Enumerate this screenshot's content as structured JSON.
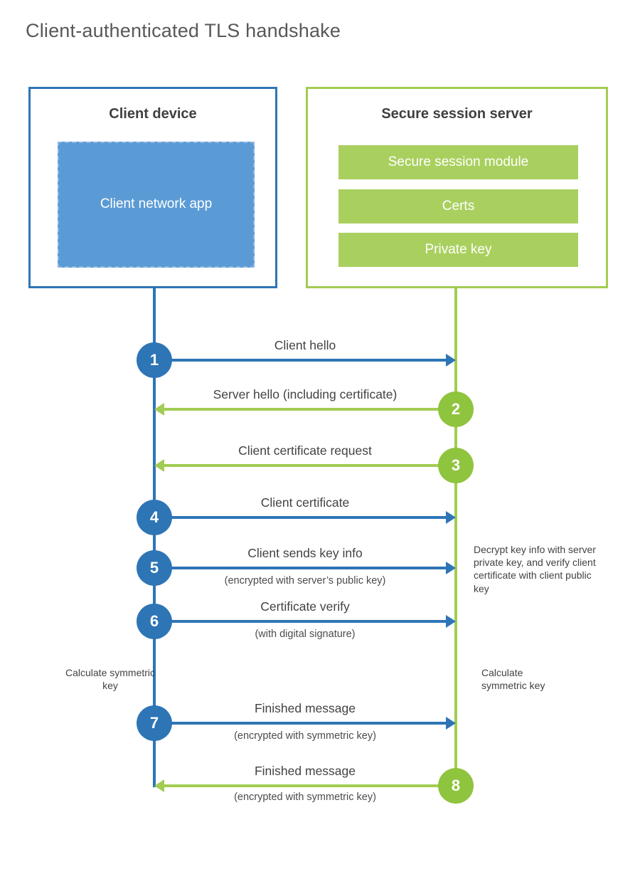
{
  "title": "Client-authenticated TLS handshake",
  "colors": {
    "blue": "#2e75b6",
    "blue_light": "#5b9bd5",
    "green_line": "#a2cc52",
    "green_bar": "#a9d05f",
    "green_circle": "#8fc43e",
    "text_dark": "#414244"
  },
  "client": {
    "title": "Client device",
    "app_label": "Client network app"
  },
  "server": {
    "title": "Secure session server",
    "modules": [
      "Secure session module",
      "Certs",
      "Private key"
    ]
  },
  "messages": [
    {
      "num": "1",
      "label": "Client hello",
      "direction": "client-to-server"
    },
    {
      "num": "2",
      "label": "Server hello (including certificate)",
      "direction": "server-to-client"
    },
    {
      "num": "3",
      "label": "Client certificate request",
      "direction": "server-to-client"
    },
    {
      "num": "4",
      "label": "Client certificate",
      "direction": "client-to-server"
    },
    {
      "num": "5",
      "label": "Client sends key info",
      "sub": "(encrypted with server’s public key)",
      "direction": "client-to-server"
    },
    {
      "num": "6",
      "label": "Certificate verify",
      "sub": "(with digital signature)",
      "direction": "client-to-server"
    },
    {
      "num": "7",
      "label": "Finished message",
      "sub": "(encrypted with symmetric key)",
      "direction": "client-to-server"
    },
    {
      "num": "8",
      "label": "Finished message",
      "sub": "(encrypted with symmetric key)",
      "direction": "server-to-client"
    }
  ],
  "notes": {
    "decrypt": "Decrypt key info with server private key, and verify client certificate with client public key",
    "calculate_left": "Calculate symmetric key",
    "calculate_right": "Calculate symmetric key"
  }
}
